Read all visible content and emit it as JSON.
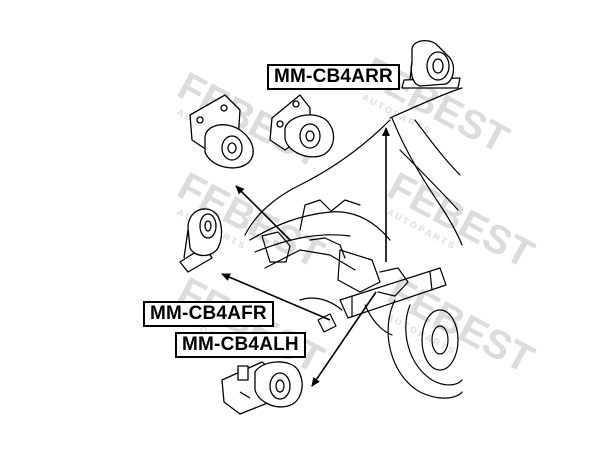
{
  "watermark": {
    "brand": "FEBEST",
    "sub": "A U T O   P A R T S",
    "color": "#dcdcdc"
  },
  "labels": {
    "rear": "MM-CB4ARR",
    "front": "MM-CB4AFR",
    "left": "MM-CB4ALH"
  },
  "colors": {
    "line": "#000000",
    "background": "#ffffff"
  }
}
